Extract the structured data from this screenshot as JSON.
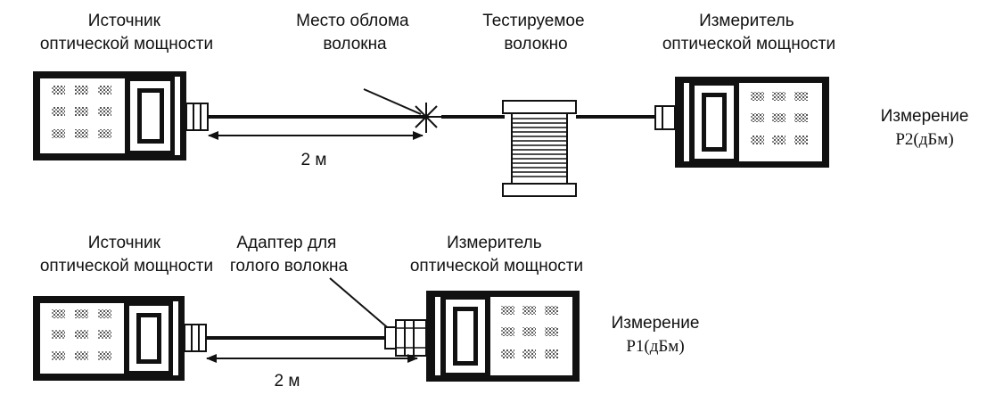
{
  "top_setup": {
    "source_label": [
      "Источник",
      "оптической мощности"
    ],
    "break_label": [
      "Место облома",
      "волокна"
    ],
    "test_fiber_label": [
      "Тестируемое",
      "волокно"
    ],
    "meter_label": [
      "Измеритель",
      "оптической мощности"
    ],
    "measurement_label": [
      "Измерение",
      "P2(дБм)"
    ],
    "distance_label": "2 м"
  },
  "bottom_setup": {
    "source_label": [
      "Источник",
      "оптической мощности"
    ],
    "adapter_label": [
      "Адаптер для",
      "голого волокна"
    ],
    "meter_label": [
      "Измеритель",
      "оптической мощности"
    ],
    "measurement_label": [
      "Измерение",
      "P1(дБм)"
    ],
    "distance_label": "2 м"
  },
  "colors": {
    "ink": "#111111",
    "paper": "#ffffff"
  }
}
